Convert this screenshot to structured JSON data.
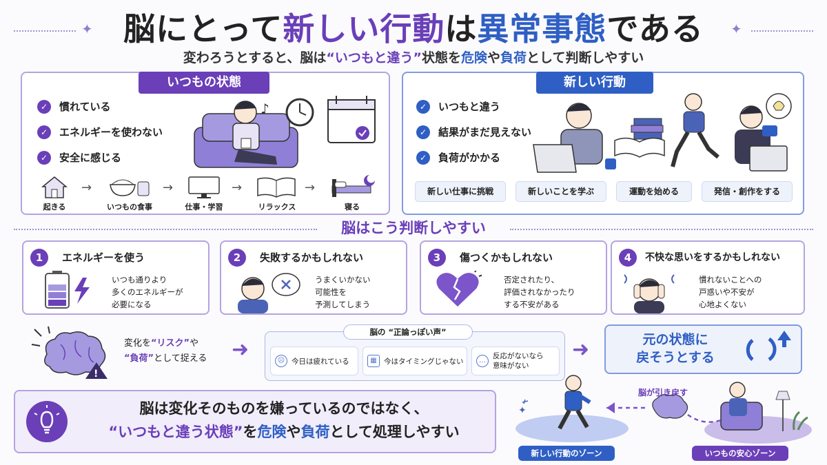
{
  "header": {
    "title_a": "脳にとって",
    "title_b": "新しい行動",
    "title_c": "は",
    "title_d": "異常事態",
    "title_e": "である",
    "subtitle_a": "変わろうとすると、脳は",
    "subtitle_b": "“いつもと違う”",
    "subtitle_c": "状態を",
    "subtitle_d": "危険",
    "subtitle_e": "や",
    "subtitle_f": "負荷",
    "subtitle_g": "として判断しやすい"
  },
  "usual": {
    "tag": "いつもの状態",
    "checks": [
      "慣れている",
      "エネルギーを使わない",
      "安全に感じる"
    ],
    "flow": [
      "起きる",
      "いつもの食事",
      "仕事・学習",
      "リラックス",
      "寝る"
    ]
  },
  "new_action": {
    "tag": "新しい行動",
    "checks": [
      "いつもと違う",
      "結果がまだ見えない",
      "負荷がかかる"
    ],
    "examples": [
      "新しい仕事に挑戦",
      "新しいことを学ぶ",
      "運動を始める",
      "発信・創作をする"
    ]
  },
  "judge_title": "脳はこう判断しやすい",
  "cards": [
    {
      "num": "1",
      "title": "エネルギーを使う",
      "lines": [
        "いつも通りより",
        "多くのエネルギーが",
        "必要になる"
      ]
    },
    {
      "num": "2",
      "title": "失敗するかもしれない",
      "lines": [
        "うまくいかない",
        "可能性を",
        "予測してしまう"
      ]
    },
    {
      "num": "3",
      "title": "傷つくかもしれない",
      "lines": [
        "否定されたり、",
        "評価されなかったり",
        "する不安がある"
      ]
    },
    {
      "num": "4",
      "title": "不快な思いをするかもしれない",
      "lines": [
        "慣れないことへの",
        "戸惑いや不安が",
        "心地よくない"
      ]
    }
  ],
  "risk": {
    "line1_a": "変化を",
    "line1_b": "“リスク”",
    "line1_c": "や",
    "line2_a": "“負荷”",
    "line2_b": "として捉える"
  },
  "voice": {
    "title": "脳の “正論っぽい声”",
    "items": [
      "今日は疲れている",
      "今はタイミングじゃない",
      "反応がないなら",
      "意味がない"
    ]
  },
  "return": {
    "line1": "元の状態に",
    "line2": "戻そうとする"
  },
  "summary": {
    "line1": "脳は変化そのものを嫌っているのではなく、",
    "line2_a": "“いつもと違う状態”",
    "line2_b": "を",
    "line2_c": "危険",
    "line2_d": "や",
    "line2_e": "負荷",
    "line2_f": "として処理しやすい"
  },
  "zones": {
    "pullback": "脳が引き戻す",
    "new_zone": "新しい行動のゾーン",
    "safe_zone": "いつもの安心ゾーン"
  },
  "colors": {
    "purple": "#6a3fb8",
    "blue": "#2f5fc4",
    "lavender": "#b5a3df"
  }
}
